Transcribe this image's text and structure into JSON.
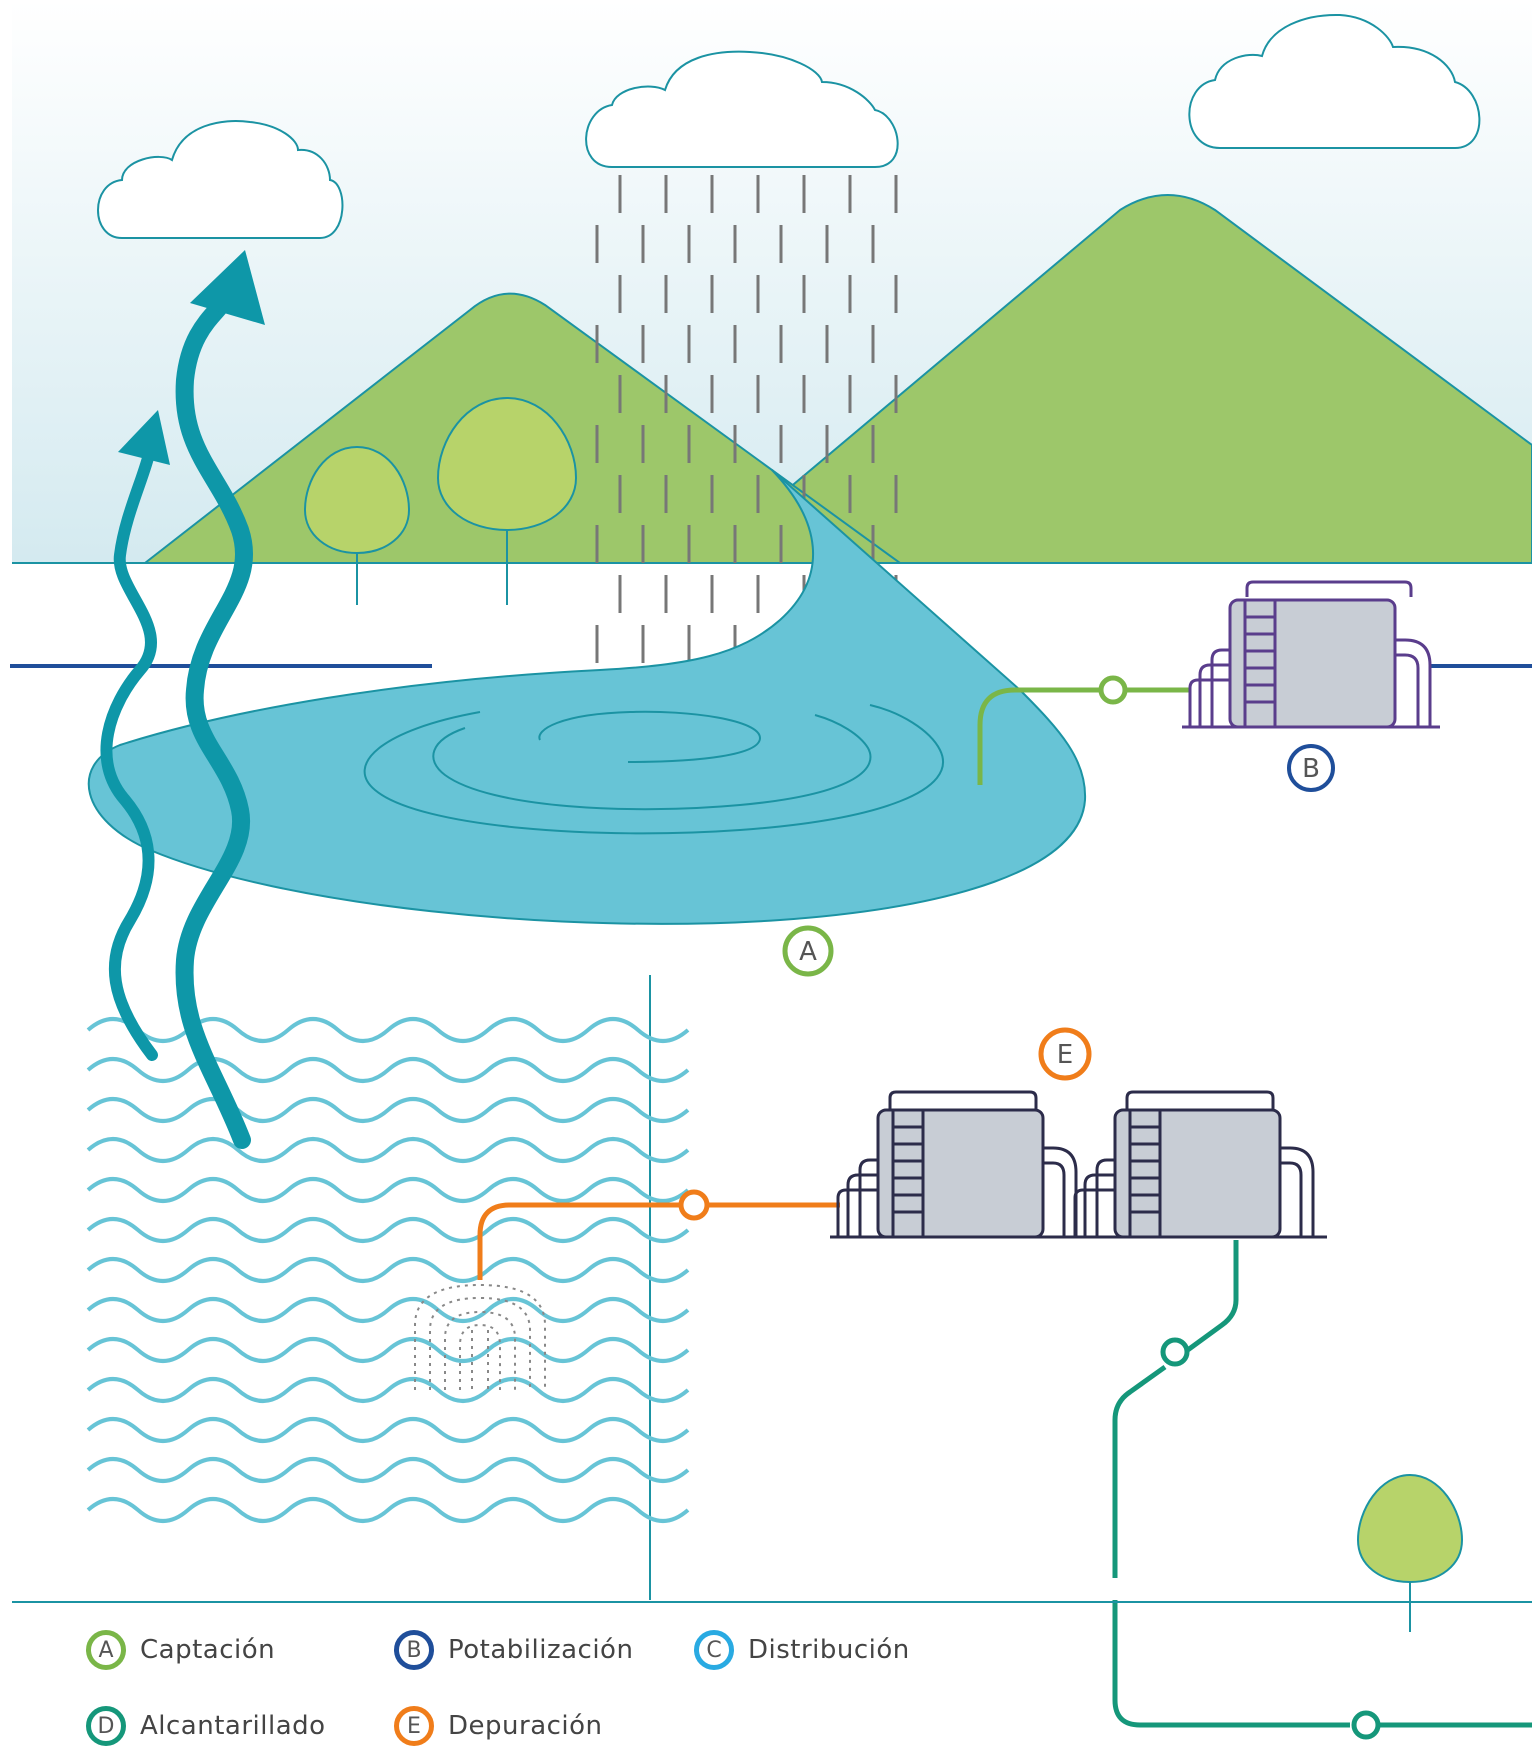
{
  "markers": {
    "A": {
      "letter": "A",
      "color": "#7ab648"
    },
    "B": {
      "letter": "B",
      "color": "#1f4e9a"
    },
    "E": {
      "letter": "E",
      "color": "#f07d1a"
    }
  },
  "legend": [
    {
      "letter": "A",
      "label": "Captación",
      "color": "#7ab648"
    },
    {
      "letter": "B",
      "label": "Potabilización",
      "color": "#1f4e9a"
    },
    {
      "letter": "C",
      "label": "Distribución",
      "color": "#29aae2"
    },
    {
      "letter": "D",
      "label": "Alcantarillado",
      "color": "#15977a"
    },
    {
      "letter": "E",
      "label": "Depuración",
      "color": "#f07d1a"
    }
  ],
  "colors": {
    "sky_top": "#ffffff",
    "sky_bottom": "#d4eaf0",
    "mountain": "#9dc76a",
    "tree": "#b7d36a",
    "lake": "#67c4d6",
    "teal_line": "#1b93a3",
    "evap_arrow": "#0e97a8",
    "sea_wave": "#67c4d6",
    "plant_fill": "#c8cdd5",
    "plant_stroke": "#2c2c4a",
    "plant_b_stroke": "#5a3d8c",
    "pipe_green": "#7ab648",
    "pipe_orange": "#f07d1a",
    "pipe_sewer": "#15977a",
    "river_line": "#1f4e9a"
  }
}
